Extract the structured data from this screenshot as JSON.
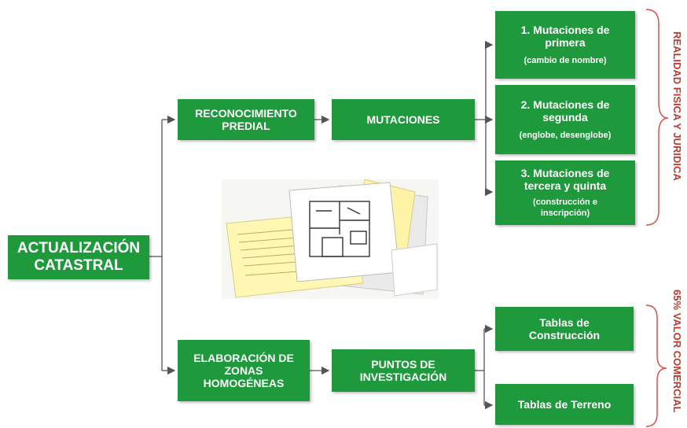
{
  "colors": {
    "box": "#1e9a3c",
    "line": "#555555",
    "bracket": "#d9534f",
    "side_label": "#c0392b"
  },
  "root": {
    "line1": "ACTUALIZACIÓN",
    "line2": "CATASTRAL"
  },
  "reconocimiento": {
    "line1": "RECONOCIMIENTO",
    "line2": "PREDIAL"
  },
  "mutaciones": {
    "label": "MUTACIONES"
  },
  "mut1": {
    "line1": "1. Mutaciones de",
    "line2": "primera",
    "detail": "(cambio de nombre)"
  },
  "mut2": {
    "line1": "2. Mutaciones de",
    "line2": "segunda",
    "detail": "(englobe, desenglobe)"
  },
  "mut3": {
    "line1": "3. Mutaciones de",
    "line2": "tercera y quinta",
    "detail1": "(construcción e",
    "detail2": "inscripción)"
  },
  "zonas": {
    "line1": "ELABORACIÓN DE",
    "line2": "ZONAS",
    "line3": "HOMOGÉNEAS"
  },
  "puntos": {
    "line1": "PUNTOS DE",
    "line2": "INVESTIGACIÓN"
  },
  "tabla_construccion": {
    "line1": "Tablas de",
    "line2": "Construcción"
  },
  "tabla_terreno": {
    "label": "Tablas de Terreno"
  },
  "side_labels": {
    "top": "REALIDAD FISICA Y JURIDICA",
    "bottom": "65% VALOR COMERCIAL"
  }
}
